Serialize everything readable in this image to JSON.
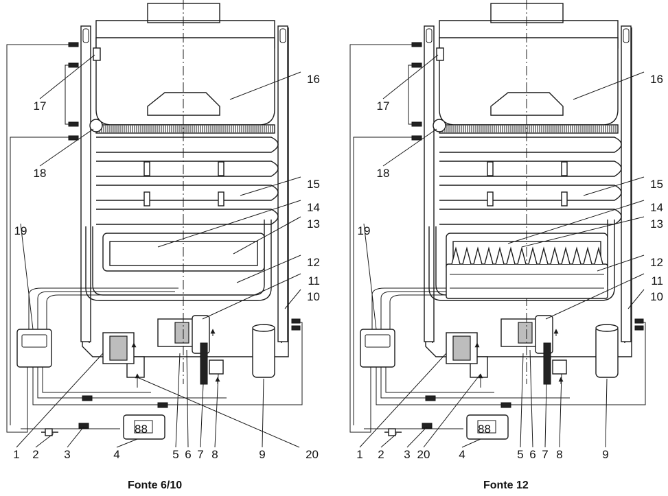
{
  "captions": {
    "left": "Fonte 6/10",
    "right": "Fonte 12"
  },
  "left_labels": [
    "1",
    "2",
    "3",
    "4",
    "5",
    "6",
    "7",
    "8",
    "9",
    "10",
    "11",
    "12",
    "13",
    "14",
    "15",
    "16",
    "17",
    "18",
    "19",
    "20"
  ],
  "right_labels": [
    "1",
    "2",
    "3",
    "20",
    "4",
    "5",
    "6",
    "7",
    "8",
    "9",
    "10",
    "11",
    "12",
    "13",
    "14",
    "15",
    "16",
    "17",
    "18",
    "19"
  ],
  "display_text": "88"
}
